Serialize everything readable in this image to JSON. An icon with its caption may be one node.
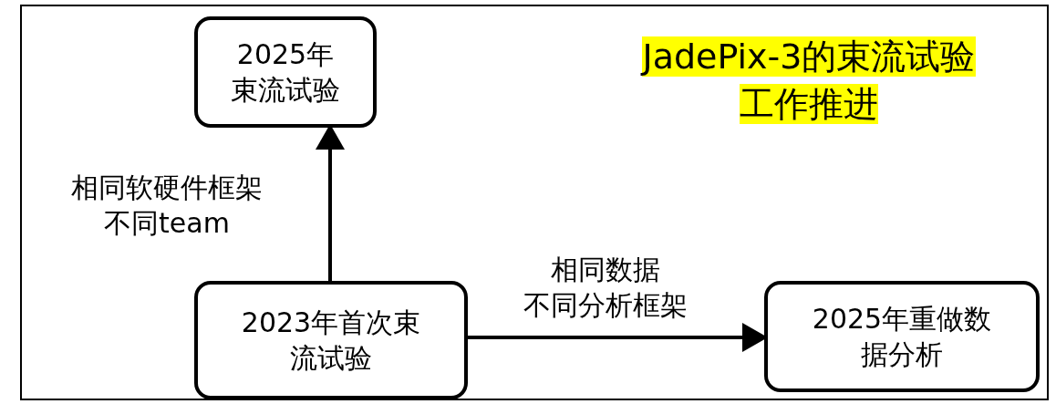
{
  "diagram": {
    "title": "JadePix-3的束流试验工作推进",
    "nodes": [
      {
        "text": [
          "2025年束流试验"
        ]
      },
      {
        "text": [
          "2023年首次束流试验"
        ]
      },
      {
        "text": [
          "2025年重做数据分析"
        ]
      }
    ],
    "edges": [
      {
        "from": 1,
        "to": 0,
        "arrow": "to",
        "label": "相同软硬件框架不同team"
      },
      {
        "from": 1,
        "to": 2,
        "arrow": "to",
        "label": "相同数据不同分析框架"
      }
    ]
  }
}
